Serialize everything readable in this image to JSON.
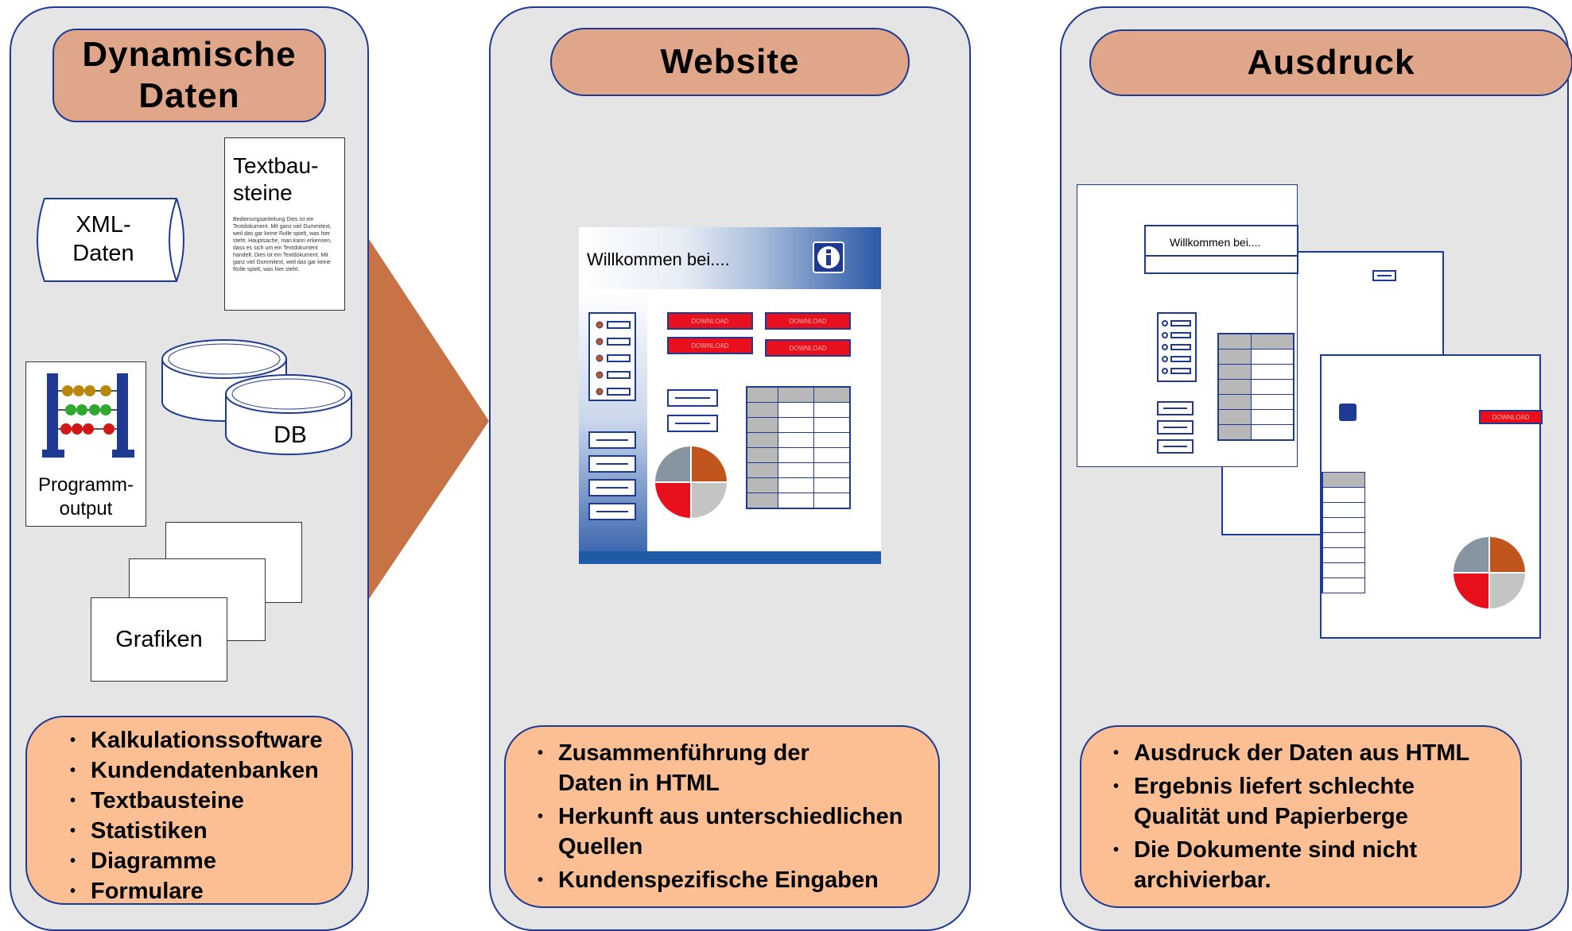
{
  "panels": [
    {
      "title_line1": "Dynamische",
      "title_line2": "Daten",
      "bullets": [
        "Kalkulationssoftware",
        "Kundendatenbanken",
        "Textbausteine",
        "Statistiken",
        "Diagramme",
        "Formulare"
      ]
    },
    {
      "title_line1": "Website",
      "bullets": [
        "Zusammenführung der",
        "Daten in HTML",
        "Herkunft aus unterschiedlichen",
        "Quellen",
        "Kundenspezifische Eingaben"
      ]
    },
    {
      "title_line1": "Ausdruck",
      "bullets": [
        "Ausdruck der Daten aus HTML",
        "Ergebnis liefert schlechte",
        "Qualität und Papierberge",
        "Die Dokumente sind nicht",
        "archivierbar."
      ]
    }
  ],
  "sources": {
    "xml_line1": "XML-",
    "xml_line2": "Daten",
    "textbausteine_line1": "Textbau-",
    "textbausteine_line2": "steine",
    "textbausteine_body": "Bedienungsanleitung Dies ist ein Textdokument. Mit ganz viel Dummitext, weil das gar keine Rolle spielt, was hier steht. Hauptsache, man kann erkennen, dass es sich um ein Textdokument handelt. Dies ist ein Textdokument. Mit ganz viel Dummitext, weil das gar keine Rolle spielt, was hier steht.",
    "db": "DB",
    "program_line1": "Programm-",
    "program_line2": "output",
    "grafiken": "Grafiken"
  },
  "website_mock": {
    "header": "Willkommen bei....",
    "download": "DOWNLOAD"
  },
  "print_mock": {
    "header": "Willkommen bei....",
    "download": "DOWNLOAD"
  },
  "colors": {
    "panel_bg": "#e5e5e5",
    "border": "#1f3a93",
    "title_pill": "#dfa68a",
    "bullet_box": "#fbbf93",
    "arrow": "#c87345",
    "pie_brown": "#c0561e",
    "pie_red": "#e8101c",
    "pie_grey": "#c4c4c4",
    "pie_slate": "#8795a1"
  }
}
